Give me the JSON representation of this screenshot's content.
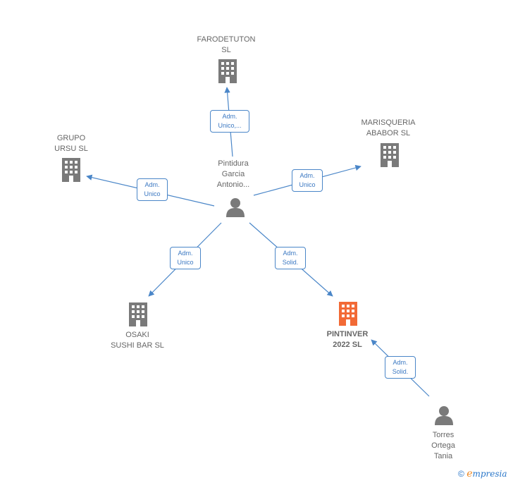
{
  "nodes": {
    "person_main": {
      "label": "Pintidura\nGarcia\nAntonio..."
    },
    "farodetuton": {
      "label": "FARODETUTON\nSL"
    },
    "grupo_ursu": {
      "label": "GRUPO\nURSU  SL"
    },
    "marisqueria": {
      "label": "MARISQUERIA\nABABOR  SL"
    },
    "osaki": {
      "label": "OSAKI\nSUSHI BAR  SL"
    },
    "pintinver": {
      "label": "PINTINVER\n2022  SL",
      "color": "#f26a36"
    },
    "person_torres": {
      "label": "Torres\nOrtega\nTania"
    }
  },
  "edges": {
    "to_farodetuton": "Adm.\nUnico,...",
    "to_grupo_ursu": "Adm.\nUnico",
    "to_marisqueria": "Adm.\nUnico",
    "to_osaki": "Adm.\nUnico",
    "to_pintinver": "Adm.\nSolid.",
    "torres_to_pintinver": "Adm.\nSolid."
  },
  "colors": {
    "building": "#7a7a7a",
    "focus_building": "#f26a36",
    "person": "#7a7a7a",
    "edge": "#4a86c8"
  },
  "footer": {
    "copyright": "©",
    "brand": "mpresia",
    "brand_initial": "e"
  }
}
